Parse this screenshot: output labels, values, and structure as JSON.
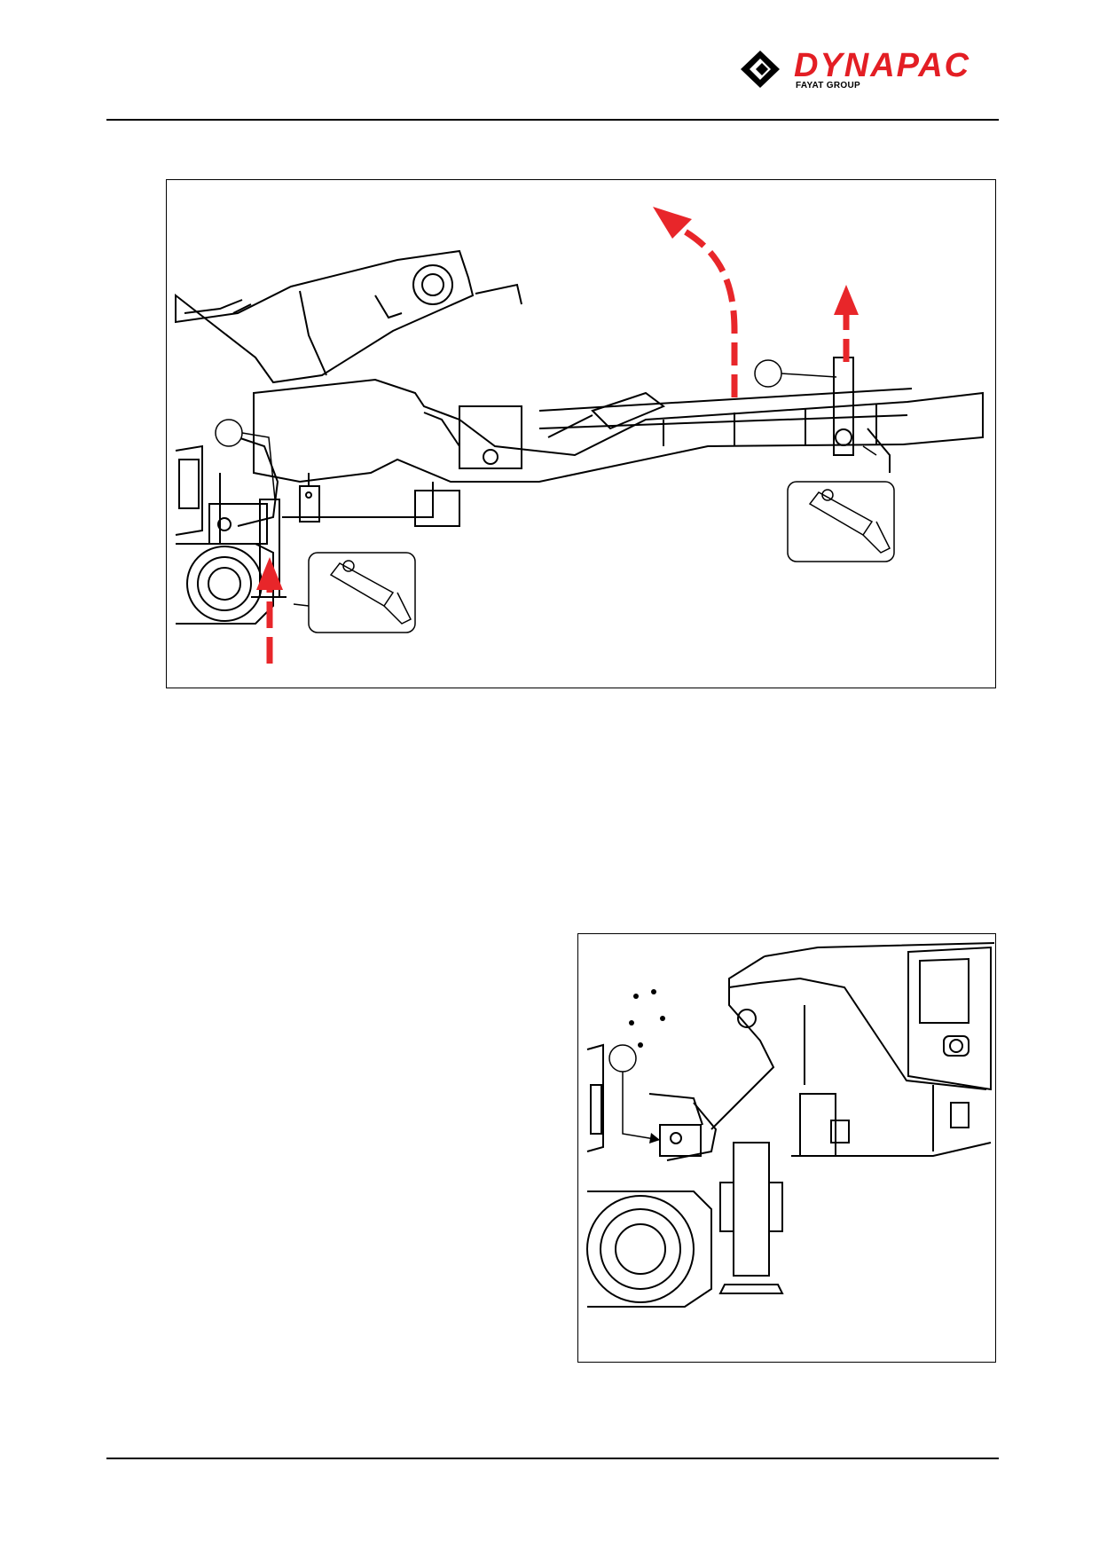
{
  "header": {
    "brand": "DYNAPAC",
    "brand_sub": "FAYAT GROUP",
    "colors": {
      "brand_red": "#e31e24",
      "ink": "#000000"
    }
  },
  "figures": [
    {
      "id": "figure-1",
      "icon": "machine-hopper-lift-illustration"
    },
    {
      "id": "figure-2",
      "icon": "machine-support-leg-detail-illustration"
    }
  ],
  "colors": {
    "arrow_red": "#e8262a"
  }
}
